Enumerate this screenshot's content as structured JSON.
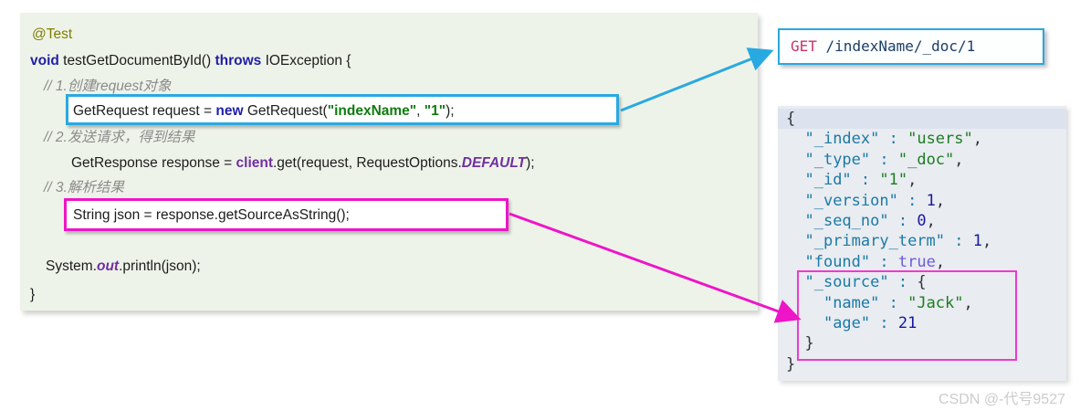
{
  "code_panel": {
    "lines": [
      {
        "tokens": [
          {
            "text": "@Test",
            "style": "annotation"
          }
        ]
      },
      {
        "tokens": [
          {
            "text": "void ",
            "style": "keyword"
          },
          {
            "text": "testGetDocumentById() ",
            "style": "plain"
          },
          {
            "text": "throws ",
            "style": "keyword"
          },
          {
            "text": "IOException {",
            "style": "plain"
          }
        ]
      },
      {
        "tokens": [
          {
            "text": "// 1.创建request对象",
            "style": "comment"
          }
        ]
      },
      {
        "tokens": [
          {
            "text": "GetRequest request = ",
            "style": "plain"
          },
          {
            "text": "new ",
            "style": "keyword"
          },
          {
            "text": "GetRequest(",
            "style": "plain"
          },
          {
            "text": "\"indexName\"",
            "style": "string"
          },
          {
            "text": ", ",
            "style": "plain"
          },
          {
            "text": "\"1\"",
            "style": "string"
          },
          {
            "text": ");",
            "style": "plain"
          }
        ]
      },
      {
        "tokens": [
          {
            "text": "// 2.发送请求，得到结果",
            "style": "comment"
          }
        ]
      },
      {
        "tokens": [
          {
            "text": "GetResponse response = ",
            "style": "plain"
          },
          {
            "text": "client",
            "style": "field"
          },
          {
            "text": ".get(request, RequestOptions.",
            "style": "plain"
          },
          {
            "text": "DEFAULT",
            "style": "constant"
          },
          {
            "text": ");",
            "style": "plain"
          }
        ]
      },
      {
        "tokens": [
          {
            "text": "// 3.解析结果",
            "style": "comment"
          }
        ]
      },
      {
        "tokens": [
          {
            "text": "String json = response.getSourceAsString();",
            "style": "plain"
          }
        ]
      },
      {
        "tokens": [
          {
            "text": "System.",
            "style": "plain"
          },
          {
            "text": "out",
            "style": "constant"
          },
          {
            "text": ".println(json);",
            "style": "plain"
          }
        ]
      },
      {
        "tokens": [
          {
            "text": "}",
            "style": "plain"
          }
        ]
      }
    ]
  },
  "request_box": {
    "method": "GET",
    "path": " /indexName/_doc/1"
  },
  "response_panel": {
    "lines": [
      {
        "cls": "hl",
        "tokens": [
          {
            "text": "{",
            "style": "punct"
          }
        ]
      },
      {
        "tokens": [
          {
            "text": "  ",
            "style": "punct"
          },
          {
            "text": "\"_index\"",
            "style": "key"
          },
          {
            "text": " : ",
            "style": "key"
          },
          {
            "text": "\"users\"",
            "style": "str"
          },
          {
            "text": ",",
            "style": "punct"
          }
        ]
      },
      {
        "tokens": [
          {
            "text": "  ",
            "style": "punct"
          },
          {
            "text": "\"_type\"",
            "style": "key"
          },
          {
            "text": " : ",
            "style": "key"
          },
          {
            "text": "\"_doc\"",
            "style": "str"
          },
          {
            "text": ",",
            "style": "punct"
          }
        ]
      },
      {
        "tokens": [
          {
            "text": "  ",
            "style": "punct"
          },
          {
            "text": "\"_id\"",
            "style": "key"
          },
          {
            "text": " : ",
            "style": "key"
          },
          {
            "text": "\"1\"",
            "style": "str"
          },
          {
            "text": ",",
            "style": "punct"
          }
        ]
      },
      {
        "tokens": [
          {
            "text": "  ",
            "style": "punct"
          },
          {
            "text": "\"_version\"",
            "style": "key"
          },
          {
            "text": " : ",
            "style": "key"
          },
          {
            "text": "1",
            "style": "num"
          },
          {
            "text": ",",
            "style": "punct"
          }
        ]
      },
      {
        "tokens": [
          {
            "text": "  ",
            "style": "punct"
          },
          {
            "text": "\"_seq_no\"",
            "style": "key"
          },
          {
            "text": " : ",
            "style": "key"
          },
          {
            "text": "0",
            "style": "num"
          },
          {
            "text": ",",
            "style": "punct"
          }
        ]
      },
      {
        "tokens": [
          {
            "text": "  ",
            "style": "punct"
          },
          {
            "text": "\"_primary_term\"",
            "style": "key"
          },
          {
            "text": " : ",
            "style": "key"
          },
          {
            "text": "1",
            "style": "num"
          },
          {
            "text": ",",
            "style": "punct"
          }
        ]
      },
      {
        "tokens": [
          {
            "text": "  ",
            "style": "punct"
          },
          {
            "text": "\"found\"",
            "style": "key"
          },
          {
            "text": " : ",
            "style": "key"
          },
          {
            "text": "true",
            "style": "bool"
          },
          {
            "text": ",",
            "style": "punct"
          }
        ]
      },
      {
        "tokens": [
          {
            "text": "  ",
            "style": "punct"
          },
          {
            "text": "\"_source\"",
            "style": "key"
          },
          {
            "text": " : ",
            "style": "key"
          },
          {
            "text": "{",
            "style": "punct"
          }
        ]
      },
      {
        "tokens": [
          {
            "text": "    ",
            "style": "punct"
          },
          {
            "text": "\"name\"",
            "style": "key"
          },
          {
            "text": " : ",
            "style": "key"
          },
          {
            "text": "\"Jack\"",
            "style": "str"
          },
          {
            "text": ",",
            "style": "punct"
          }
        ]
      },
      {
        "tokens": [
          {
            "text": "    ",
            "style": "punct"
          },
          {
            "text": "\"age\"",
            "style": "key"
          },
          {
            "text": " : ",
            "style": "key"
          },
          {
            "text": "21",
            "style": "num"
          }
        ]
      },
      {
        "tokens": [
          {
            "text": "  }",
            "style": "punct"
          }
        ]
      },
      {
        "tokens": [
          {
            "text": "}",
            "style": "punct"
          }
        ]
      }
    ]
  },
  "watermark": "CSDN @-代号9527",
  "colors": {
    "panel_green": "#eef3e9",
    "panel_gray": "#e9ecf0",
    "cyan_accent": "#29a9e1",
    "magenta_accent": "#ee15c8",
    "keyword_navy": "#1f1fa8",
    "string_green": "#0f7b0f",
    "member_purple": "#7030a0",
    "json_key_teal": "#1b7aa8",
    "json_bool_violet": "#6a5bd8",
    "http_method_red": "#c9356b"
  }
}
